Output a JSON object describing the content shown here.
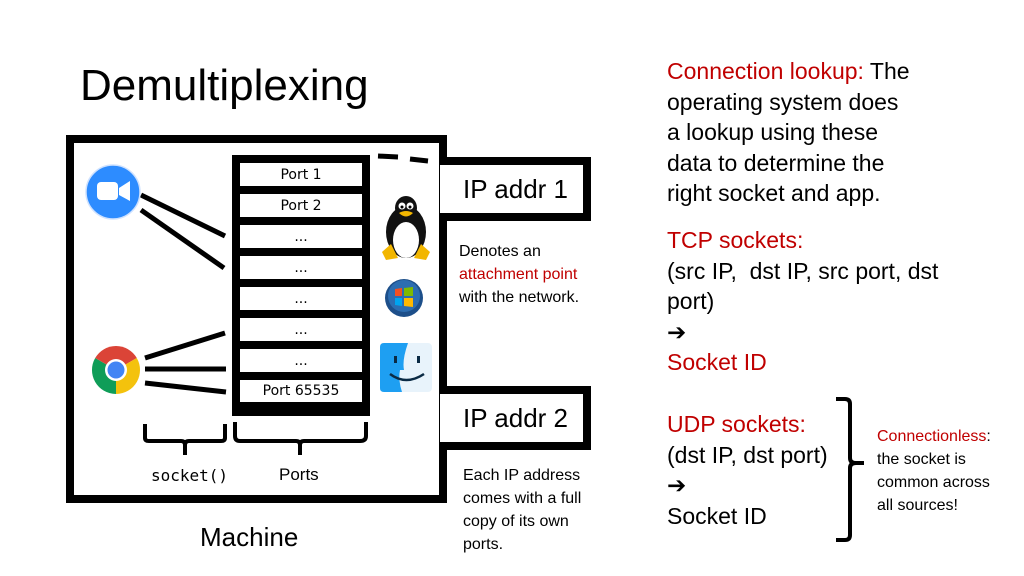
{
  "slide": {
    "title": "Demultiplexing"
  },
  "machine": {
    "label": "Machine",
    "apps": [
      {
        "name": "zoom",
        "icon": "zoom-app-icon"
      },
      {
        "name": "chrome",
        "icon": "chrome-app-icon"
      }
    ],
    "os_icons": [
      "linux-tux-icon",
      "windows-logo-icon",
      "macos-finder-icon"
    ],
    "ports": [
      "Port 1",
      "Port 2",
      "...",
      "...",
      "...",
      "...",
      "...",
      "Port 65535"
    ],
    "brace_labels": {
      "socket": "socket()",
      "ports": "Ports"
    }
  },
  "ip_addresses": [
    {
      "label": "IP addr 1",
      "note_parts": [
        {
          "text": "Denotes an",
          "highlight": false
        },
        {
          "text": "attachment point",
          "highlight": true
        },
        {
          "text": "with the network.",
          "highlight": false
        }
      ]
    },
    {
      "label": "IP addr 2",
      "note_lines": [
        "Each IP address",
        "comes with a full",
        "copy of its own",
        "ports."
      ]
    }
  ],
  "explanation": {
    "lookup": {
      "heading": "Connection lookup:",
      "lines": [
        " The",
        "operating system does",
        "a lookup using these",
        "data to determine the",
        "right socket and app."
      ]
    },
    "tcp": {
      "heading": "TCP sockets:",
      "tuple_lines": [
        "(src IP,  dst IP, src port, dst",
        "port)"
      ],
      "arrow": "➔",
      "result": "Socket ID"
    },
    "udp": {
      "heading": "UDP sockets:",
      "tuple": "(dst IP, dst port)",
      "arrow": "➔",
      "result": "Socket ID"
    },
    "connectionless": {
      "heading": "Connectionless",
      "colon": ":",
      "lines": [
        "the socket is",
        "common across",
        "all sources!"
      ]
    }
  },
  "colors": {
    "accent_red": "#c00000",
    "zoom_blue": "#2d8cff",
    "text": "#000000"
  }
}
